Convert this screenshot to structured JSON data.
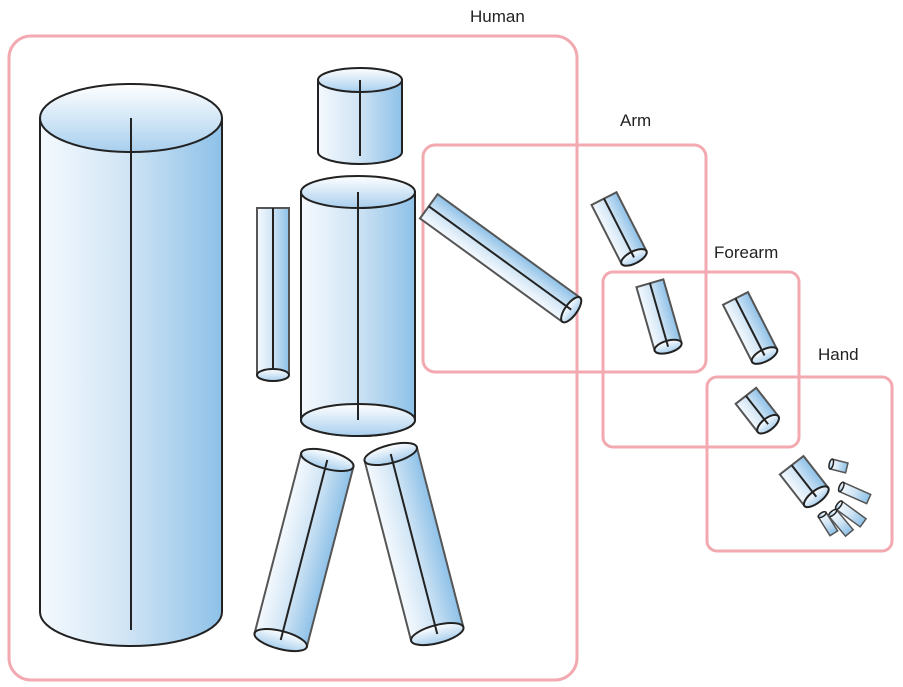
{
  "labels": {
    "human": "Human",
    "arm": "Arm",
    "forearm": "Forearm",
    "hand": "Hand"
  },
  "colors": {
    "frame": "#f2aab0",
    "cylinder_light": "#f2f8fd",
    "cylinder_mid": "#c4ddf1",
    "cylinder_dark": "#8fc2e8",
    "outline": "#222222"
  },
  "icons": [
    "cylinder"
  ]
}
